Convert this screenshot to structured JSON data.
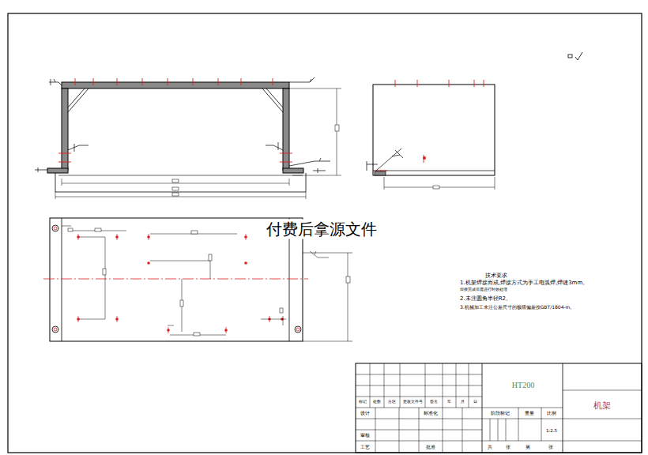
{
  "diagram": {
    "labels": [
      "付费后拿源文件",
      "技术要求",
      "1.机架焊接而成,焊接方式为手工电弧焊,焊缝3mm。",
      "焊接完成后需进行时效处理",
      "2.未注圆角半径R2。",
      "3.机械加工未注公差尺寸的极限偏差按GBT/1804-m。",
      "HT200",
      "标记",
      "处数",
      "分区",
      "更改文件号",
      "签名",
      "年",
      "月",
      "日",
      "设计",
      "标准化",
      "阶段标记",
      "重量",
      "比例",
      "1:2.5",
      "审核",
      "工艺",
      "批准",
      "共",
      "张",
      "第",
      "张",
      "机架"
    ]
  }
}
